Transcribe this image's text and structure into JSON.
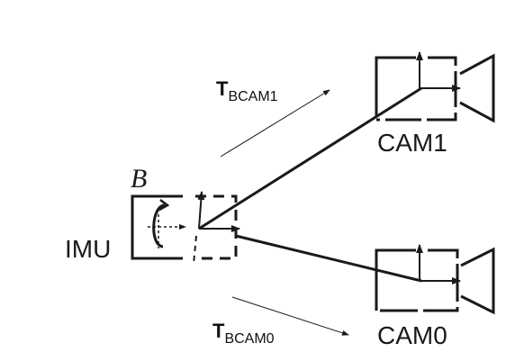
{
  "labels": {
    "imu": "IMU",
    "body_frame": "B",
    "cam1": "CAM1",
    "cam0": "CAM0"
  },
  "transforms": {
    "cam1": {
      "symbol": "T",
      "subscript": "BCAM1"
    },
    "cam0": {
      "symbol": "T",
      "subscript": "BCAM0"
    }
  },
  "colors": {
    "ink": "#1a1a1a",
    "background": "#ffffff"
  }
}
